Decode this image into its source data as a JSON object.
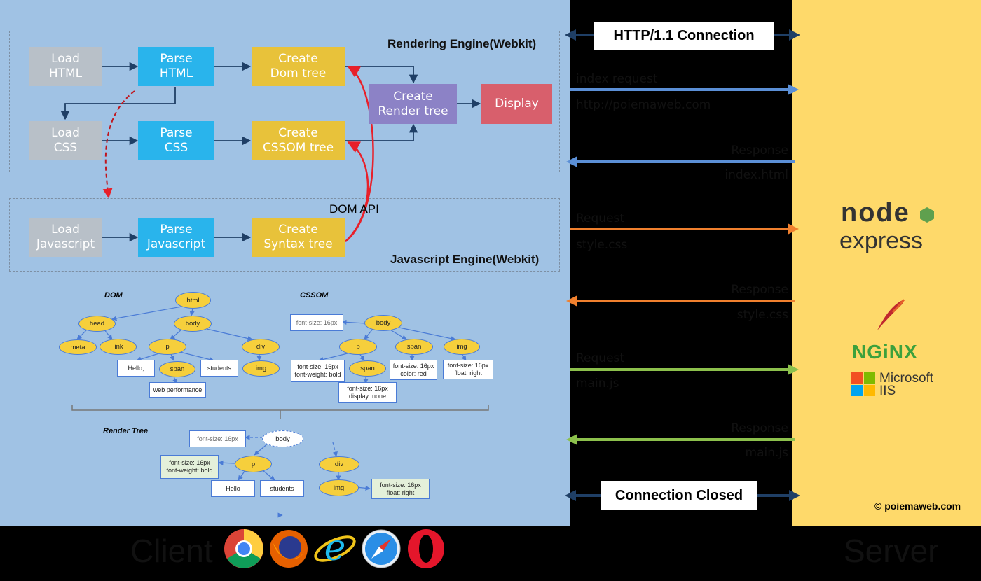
{
  "client": {
    "rendering_engine": {
      "title": "Rendering Engine(Webkit)",
      "load_html": "Load\nHTML",
      "parse_html": "Parse\nHTML",
      "create_dom": "Create\nDom tree",
      "load_css": "Load\nCSS",
      "parse_css": "Parse\nCSS",
      "create_cssom": "Create\nCSSOM tree",
      "create_render": "Create\nRender tree",
      "display": "Display"
    },
    "js_engine": {
      "title": "Javascript Engine(Webkit)",
      "load_js": "Load\nJavascript",
      "parse_js": "Parse\nJavascript",
      "create_syntax": "Create\nSyntax  tree",
      "dom_api": "DOM API"
    },
    "dom_tree": {
      "label": "DOM",
      "html": "html",
      "head": "head",
      "body": "body",
      "meta": "meta",
      "link": "link",
      "p": "p",
      "div": "div",
      "span": "span",
      "img": "img",
      "hello": "Hello,",
      "students": "students",
      "web_performance": "web performance"
    },
    "cssom_tree": {
      "label": "CSSOM",
      "body": "body",
      "p": "p",
      "span": "span",
      "img": "img",
      "span2": "span",
      "body_style": "font-size: 16px",
      "p_style": "font-size: 16px\nfont-weight: bold",
      "span_style": "font-size: 16px\ncolor: red",
      "img_style": "font-size: 16px\nfloat: right",
      "span2_style": "font-size: 16px\ndisplay: none"
    },
    "render_tree": {
      "label": "Render Tree",
      "body": "body",
      "p": "p",
      "div": "div",
      "img": "img",
      "body_style": "font-size: 16px",
      "p_style": "font-size: 16px\nfont-weight: bold",
      "hello": "Hello",
      "students": "students",
      "img_style": "font-size: 16px\nfloat: right"
    },
    "label": "Client"
  },
  "server": {
    "label": "Server",
    "logos": {
      "node": "node",
      "express": "express",
      "nginx": "NGiNX",
      "ms_iis": "Microsoft\nIIS"
    },
    "copyright": "© poiemaweb.com"
  },
  "connection": {
    "open": "HTTP/1.1 Connection",
    "closed": "Connection Closed",
    "messages": [
      {
        "line1": "index request",
        "line2": "http://poiemaweb.com",
        "color": "#5b8fd6",
        "dir": "right"
      },
      {
        "line1": "Response",
        "line2": "index.html",
        "color": "#5b8fd6",
        "dir": "left"
      },
      {
        "line1": "Request",
        "line2": "style.css",
        "color": "#f0802e",
        "dir": "right"
      },
      {
        "line1": "Response",
        "line2": "style.css",
        "color": "#f0802e",
        "dir": "left"
      },
      {
        "line1": "Request",
        "line2": "main.js",
        "color": "#8cc04c",
        "dir": "right"
      },
      {
        "line1": "Response",
        "line2": "main.js",
        "color": "#8cc04c",
        "dir": "left"
      }
    ]
  },
  "colors": {
    "client_bg": "#a0c2e4",
    "server_bg": "#fed96a",
    "load": "#b8c0c8",
    "parse": "#29b4ec",
    "create": "#e8c23a",
    "render": "#8c82c6",
    "display": "#d85f6c",
    "dom_api_arrow": "#e8202a"
  },
  "browser_icons": [
    "chrome-icon",
    "firefox-icon",
    "ie-icon",
    "safari-icon",
    "opera-icon"
  ]
}
